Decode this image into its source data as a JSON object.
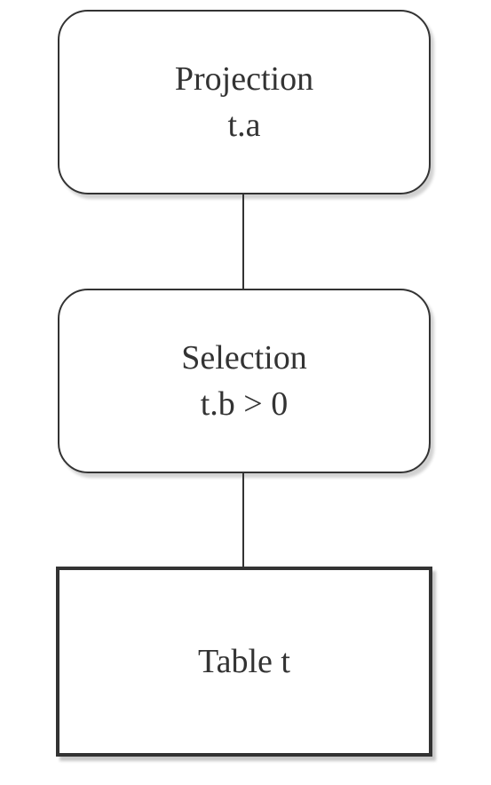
{
  "diagram": {
    "nodes": [
      {
        "id": "projection",
        "shape": "rounded-rectangle",
        "lines": [
          "Projection",
          "t.a"
        ]
      },
      {
        "id": "selection",
        "shape": "rounded-rectangle",
        "lines": [
          "Selection",
          "t.b > 0"
        ]
      },
      {
        "id": "table",
        "shape": "rectangle",
        "lines": [
          "Table t"
        ]
      }
    ],
    "edges": [
      {
        "from": "projection",
        "to": "selection"
      },
      {
        "from": "selection",
        "to": "table"
      }
    ],
    "colors": {
      "stroke": "#333333",
      "fill": "#ffffff",
      "text": "#333333"
    }
  }
}
